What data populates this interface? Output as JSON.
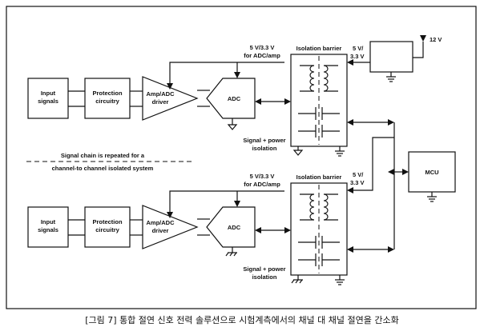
{
  "top": {
    "input_label": [
      "Input",
      "signals"
    ],
    "protection_label": [
      "Protection",
      "circuitry"
    ],
    "amp_label": [
      "Amp/ADC",
      "driver"
    ],
    "adc_label": "ADC",
    "supply_label": [
      "5 V/3.3 V",
      "for ADC/amp"
    ],
    "barrier_label": "Isolation barrier",
    "right_supply_label": [
      "5 V/",
      "3.3 V"
    ],
    "signal_power_label": [
      "Signal + power",
      "isolation"
    ]
  },
  "bottom": {
    "input_label": [
      "Input",
      "signals"
    ],
    "protection_label": [
      "Protection",
      "circuitry"
    ],
    "amp_label": [
      "Amp/ADC",
      "driver"
    ],
    "adc_label": "ADC",
    "supply_label": [
      "5 V/3.3 V",
      "for ADC/amp"
    ],
    "barrier_label": "Isolation barrier",
    "right_supply_label": [
      "5 V/",
      "3.3 V"
    ],
    "signal_power_label": [
      "Signal + power",
      "isolation"
    ]
  },
  "supply_12v_label": "12 V",
  "repeat_note": [
    "Signal chain is repeated for a",
    "channel-to channel isolated system"
  ],
  "mcu_label": "MCU",
  "caption": "[그림 7] 통합 절연 신호 전력 솔루션으로 시험계측에서의 채널 대 채널 절연을 간소화"
}
